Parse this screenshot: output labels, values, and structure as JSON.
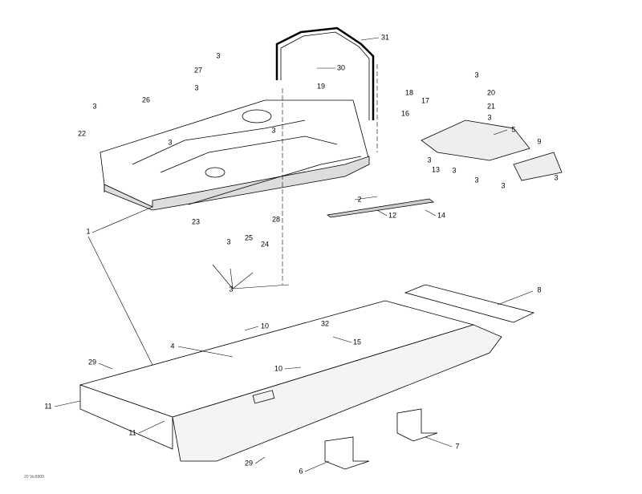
{
  "diagram": {
    "code": "20 Vic9900",
    "callouts": [
      "31",
      "30",
      "3",
      "27",
      "3",
      "26",
      "3",
      "22",
      "3",
      "3",
      "19",
      "18",
      "17",
      "16",
      "3",
      "20",
      "21",
      "3",
      "5",
      "9",
      "3",
      "13",
      "3",
      "3",
      "3",
      "3",
      "2",
      "12",
      "14",
      "1",
      "23",
      "28",
      "25",
      "24",
      "3",
      "3",
      "8",
      "10",
      "32",
      "4",
      "15",
      "29",
      "10",
      "11",
      "11",
      "7",
      "29",
      "6"
    ]
  }
}
